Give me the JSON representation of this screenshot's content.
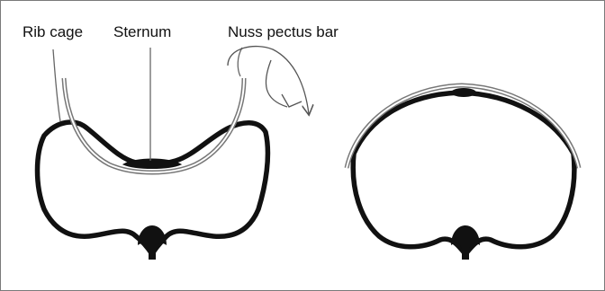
{
  "labels": {
    "rib_cage": "Rib cage",
    "sternum": "Sternum",
    "nuss_bar": "Nuss pectus bar"
  },
  "colors": {
    "outline": "#111111",
    "bar": "#7a7a7a",
    "border": "#7a7a7a",
    "background": "#ffffff"
  }
}
